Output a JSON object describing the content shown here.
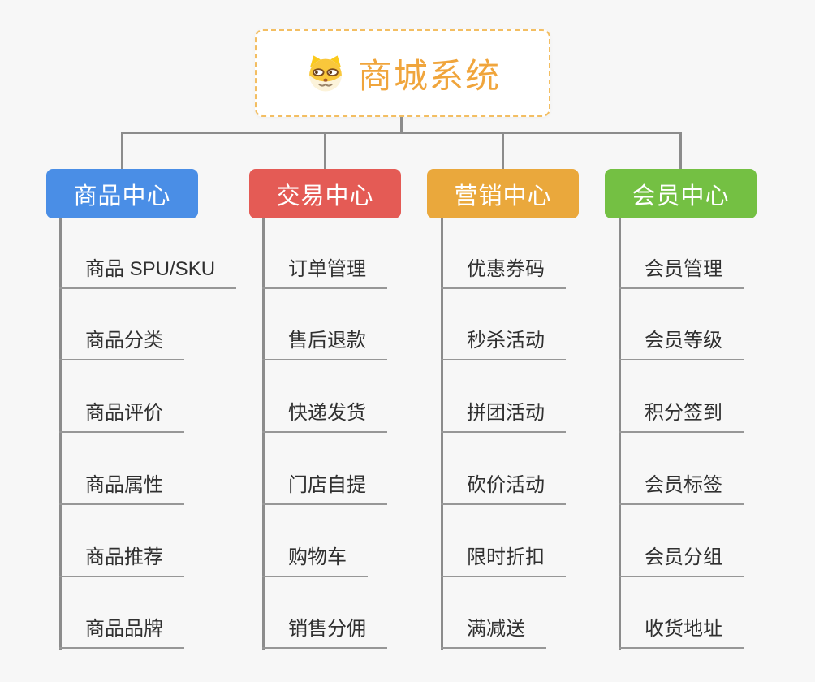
{
  "root": {
    "title": "商城系统",
    "icon": "shiba-dog-icon",
    "accent_color": "#F0A53C",
    "border_color": "#F3BE62"
  },
  "colors": {
    "background": "#F7F7F7",
    "connector": "#8C8C8C",
    "leaf_text": "#303030",
    "leaf_underline": "#979797"
  },
  "branches": [
    {
      "label": "商品中心",
      "color": "#4A8EE6",
      "items": [
        "商品 SPU/SKU",
        "商品分类",
        "商品评价",
        "商品属性",
        "商品推荐",
        "商品品牌"
      ]
    },
    {
      "label": "交易中心",
      "color": "#E45B55",
      "items": [
        "订单管理",
        "售后退款",
        "快递发货",
        "门店自提",
        "购物车",
        "销售分佣"
      ]
    },
    {
      "label": "营销中心",
      "color": "#EAA83C",
      "items": [
        "优惠券码",
        "秒杀活动",
        "拼团活动",
        "砍价活动",
        "限时折扣",
        "满减送"
      ]
    },
    {
      "label": "会员中心",
      "color": "#74C043",
      "items": [
        "会员管理",
        "会员等级",
        "积分签到",
        "会员标签",
        "会员分组",
        "收货地址"
      ]
    }
  ]
}
